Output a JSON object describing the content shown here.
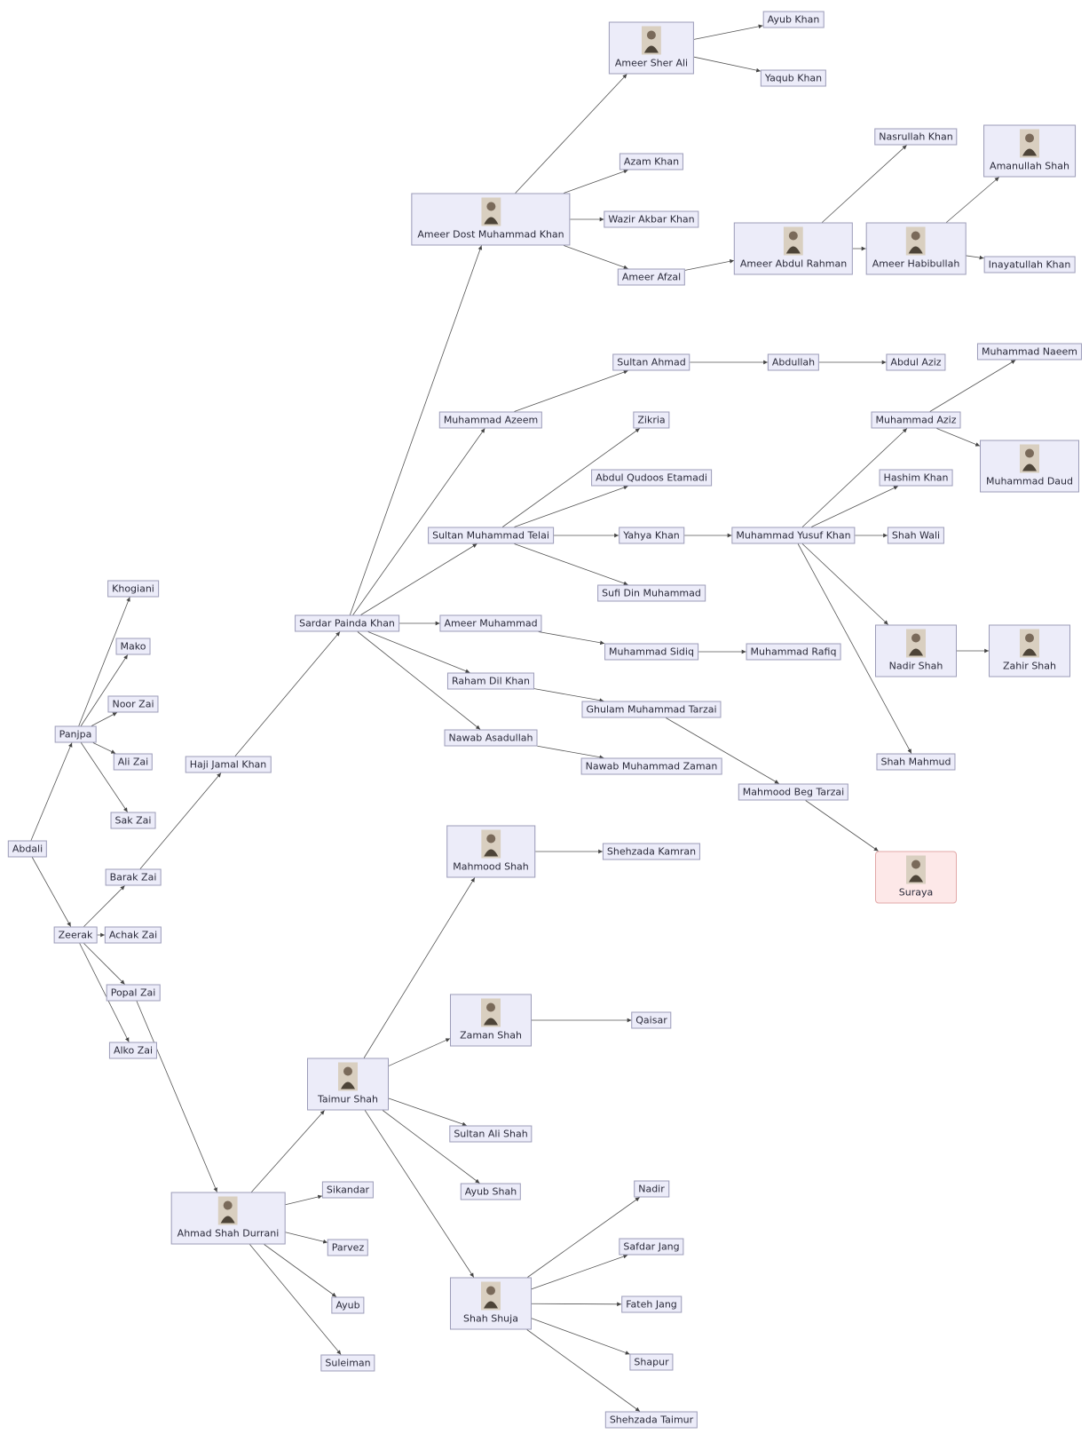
{
  "diagram": {
    "nodes": {
      "abdali": "Abdali",
      "panjpa": "Panjpa",
      "zeerak": "Zeerak",
      "khogiani": "Khogiani",
      "mako": "Mako",
      "noorzai": "Noor Zai",
      "alizai": "Ali Zai",
      "sakzai": "Sak Zai",
      "barakzai": "Barak Zai",
      "achakzai": "Achak Zai",
      "popalzai": "Popal Zai",
      "alkozai": "Alko Zai",
      "hajijamal": "Haji Jamal Khan",
      "sardarpainda": "Sardar Painda Khan",
      "dostmuhammad": "Ameer Dost Muhammad Khan",
      "sherali": "Ameer Sher Ali",
      "ayubkhan": "Ayub Khan",
      "yaqubkhan": "Yaqub Khan",
      "azamkhan": "Azam Khan",
      "wazirakbar": "Wazir Akbar Khan",
      "ameerafzal": "Ameer Afzal",
      "abdulrahman": "Ameer Abdul Rahman",
      "nasrullah": "Nasrullah Khan",
      "habibullah": "Ameer Habibullah",
      "amanullah": "Amanullah Shah",
      "inayatullah": "Inayatullah Khan",
      "muhammadazeem": "Muhammad Azeem",
      "sultanahmad": "Sultan Ahmad",
      "abdullah": "Abdullah",
      "abdulaziz": "Abdul Aziz",
      "sultanmuhammad": "Sultan Muhammad Telai",
      "zikria": "Zikria",
      "abdulqudoos": "Abdul Qudoos Etamadi",
      "yahyakhan": "Yahya Khan",
      "sufidin": "Sufi Din Muhammad",
      "yusufkhan": "Muhammad Yusuf Khan",
      "muhammadaziz": "Muhammad Aziz",
      "muhammadnaeem": "Muhammad Naeem",
      "muhammaddaud": "Muhammad Daud",
      "hashimkhan": "Hashim Khan",
      "shahwali": "Shah Wali",
      "nadirshah": "Nadir Shah",
      "zahirshah": "Zahir Shah",
      "shahmahmud": "Shah Mahmud",
      "ameermuhammad": "Ameer Muhammad",
      "muhammadsidiq": "Muhammad Sidiq",
      "muhammadrafiq": "Muhammad Rafiq",
      "rahamdil": "Raham Dil Khan",
      "ghulammuhammad": "Ghulam Muhammad Tarzai",
      "mahmoodbeg": "Mahmood Beg Tarzai",
      "suraya": "Suraya",
      "nawabasadullah": "Nawab Asadullah",
      "nawabzaman": "Nawab Muhammad Zaman",
      "ahmadshah": "Ahmad Shah Durrani",
      "sikandar": "Sikandar",
      "parvez": "Parvez",
      "ayub": "Ayub",
      "suleiman": "Suleiman",
      "taimurshah": "Taimur Shah",
      "mahmoodshah": "Mahmood Shah",
      "shehzadakamran": "Shehzada Kamran",
      "zamanshah": "Zaman Shah",
      "qaisar": "Qaisar",
      "sultanalishah": "Sultan Ali Shah",
      "ayubshah": "Ayub Shah",
      "shahshuja": "Shah Shuja",
      "nadir": "Nadir",
      "safdarjang": "Safdar Jang",
      "fatehjang": "Fateh Jang",
      "shapur": "Shapur",
      "shehzadataimur": "Shehzada Taimur"
    },
    "edges": [
      [
        "abdali",
        "panjpa"
      ],
      [
        "abdali",
        "zeerak"
      ],
      [
        "panjpa",
        "khogiani"
      ],
      [
        "panjpa",
        "mako"
      ],
      [
        "panjpa",
        "noorzai"
      ],
      [
        "panjpa",
        "alizai"
      ],
      [
        "panjpa",
        "sakzai"
      ],
      [
        "zeerak",
        "barakzai"
      ],
      [
        "zeerak",
        "achakzai"
      ],
      [
        "zeerak",
        "popalzai"
      ],
      [
        "zeerak",
        "alkozai"
      ],
      [
        "barakzai",
        "hajijamal"
      ],
      [
        "hajijamal",
        "sardarpainda"
      ],
      [
        "sardarpainda",
        "dostmuhammad"
      ],
      [
        "sardarpainda",
        "muhammadazeem"
      ],
      [
        "sardarpainda",
        "sultanmuhammad"
      ],
      [
        "sardarpainda",
        "ameermuhammad"
      ],
      [
        "sardarpainda",
        "rahamdil"
      ],
      [
        "sardarpainda",
        "nawabasadullah"
      ],
      [
        "dostmuhammad",
        "sherali"
      ],
      [
        "dostmuhammad",
        "azamkhan"
      ],
      [
        "dostmuhammad",
        "wazirakbar"
      ],
      [
        "dostmuhammad",
        "ameerafzal"
      ],
      [
        "sherali",
        "ayubkhan"
      ],
      [
        "sherali",
        "yaqubkhan"
      ],
      [
        "ameerafzal",
        "abdulrahman"
      ],
      [
        "abdulrahman",
        "nasrullah"
      ],
      [
        "abdulrahman",
        "habibullah"
      ],
      [
        "habibullah",
        "amanullah"
      ],
      [
        "habibullah",
        "inayatullah"
      ],
      [
        "muhammadazeem",
        "sultanahmad"
      ],
      [
        "sultanahmad",
        "abdullah"
      ],
      [
        "abdullah",
        "abdulaziz"
      ],
      [
        "sultanmuhammad",
        "zikria"
      ],
      [
        "sultanmuhammad",
        "abdulqudoos"
      ],
      [
        "sultanmuhammad",
        "yahyakhan"
      ],
      [
        "sultanmuhammad",
        "sufidin"
      ],
      [
        "yahyakhan",
        "yusufkhan"
      ],
      [
        "yusufkhan",
        "muhammadaziz"
      ],
      [
        "yusufkhan",
        "hashimkhan"
      ],
      [
        "yusufkhan",
        "shahwali"
      ],
      [
        "yusufkhan",
        "nadirshah"
      ],
      [
        "yusufkhan",
        "shahmahmud"
      ],
      [
        "muhammadaziz",
        "muhammadnaeem"
      ],
      [
        "muhammadaziz",
        "muhammaddaud"
      ],
      [
        "nadirshah",
        "zahirshah"
      ],
      [
        "ameermuhammad",
        "muhammadsidiq"
      ],
      [
        "muhammadsidiq",
        "muhammadrafiq"
      ],
      [
        "rahamdil",
        "ghulammuhammad"
      ],
      [
        "ghulammuhammad",
        "mahmoodbeg"
      ],
      [
        "mahmoodbeg",
        "suraya"
      ],
      [
        "nawabasadullah",
        "nawabzaman"
      ],
      [
        "popalzai",
        "ahmadshah"
      ],
      [
        "ahmadshah",
        "taimurshah"
      ],
      [
        "ahmadshah",
        "sikandar"
      ],
      [
        "ahmadshah",
        "parvez"
      ],
      [
        "ahmadshah",
        "ayub"
      ],
      [
        "ahmadshah",
        "suleiman"
      ],
      [
        "taimurshah",
        "mahmoodshah"
      ],
      [
        "taimurshah",
        "zamanshah"
      ],
      [
        "taimurshah",
        "sultanalishah"
      ],
      [
        "taimurshah",
        "ayubshah"
      ],
      [
        "taimurshah",
        "shahshuja"
      ],
      [
        "mahmoodshah",
        "shehzadakamran"
      ],
      [
        "zamanshah",
        "qaisar"
      ],
      [
        "shahshuja",
        "nadir"
      ],
      [
        "shahshuja",
        "safdarjang"
      ],
      [
        "shahshuja",
        "fatehjang"
      ],
      [
        "shahshuja",
        "shapur"
      ],
      [
        "shahshuja",
        "shehzadataimur"
      ]
    ],
    "portraits": {
      "sherali": "portrait-icon",
      "dostmuhammad": "portrait-icon",
      "abdulrahman": "portrait-icon",
      "habibullah": "portrait-icon",
      "amanullah": "portrait-icon",
      "muhammaddaud": "portrait-icon",
      "nadirshah": "portrait-icon",
      "zahirshah": "portrait-icon",
      "suraya": "portrait-icon",
      "mahmoodshah": "portrait-icon",
      "zamanshah": "portrait-icon",
      "taimurshah": "portrait-icon",
      "ahmadshah": "portrait-icon",
      "shahshuja": "portrait-icon"
    },
    "highlighted": [
      "suraya"
    ],
    "colors": {
      "node_fill": "#ececf9",
      "node_border": "#9c9cb8",
      "highlight_fill": "#fde8e8",
      "edge": "#555555"
    }
  }
}
